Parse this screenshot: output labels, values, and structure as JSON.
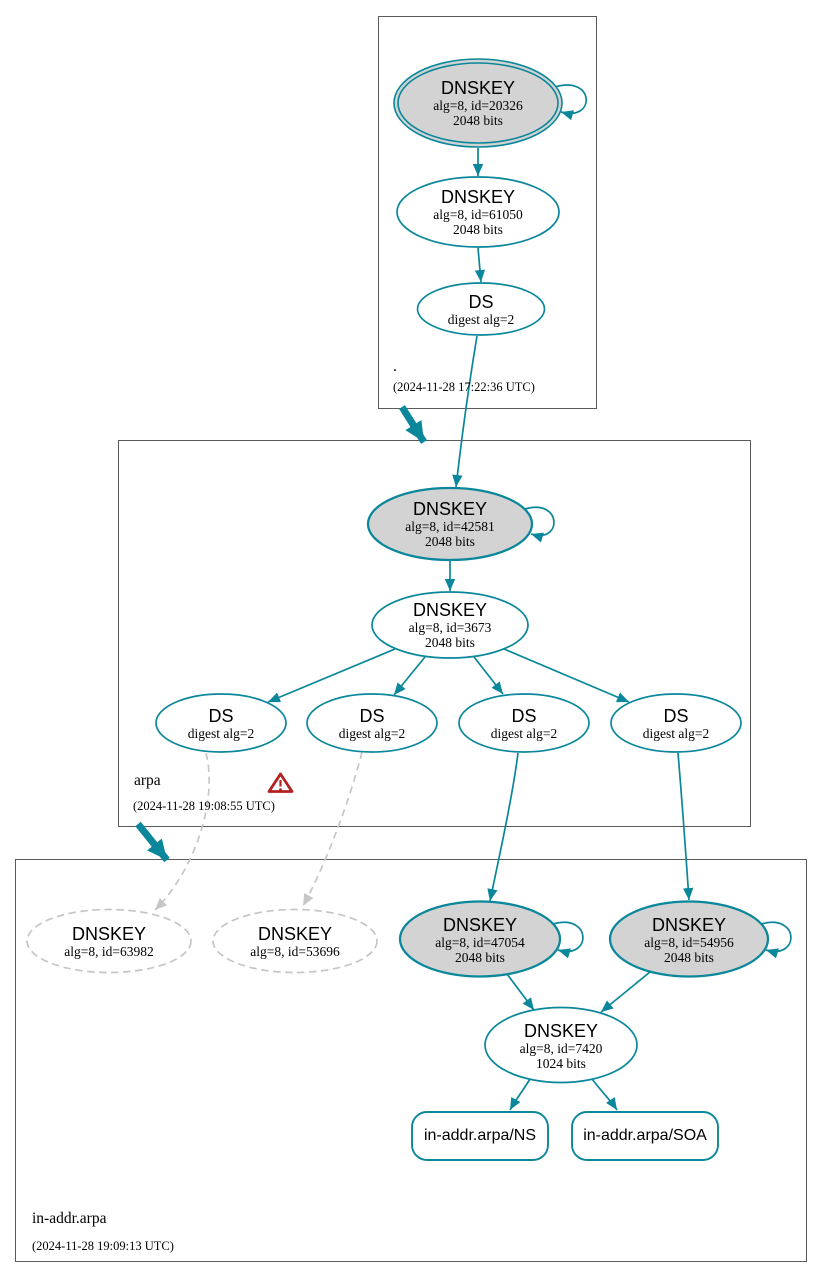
{
  "colors": {
    "secure_teal": "#0a879a",
    "ksk_fill": "#d3d3d3",
    "insecure_gray": "#c6c6c6",
    "warning_red": "#b22222",
    "box_border": "#5a5a5a"
  },
  "zones": {
    "root": {
      "name": ".",
      "timestamp": "(2024-11-28 17:22:36 UTC)"
    },
    "arpa": {
      "name": "arpa",
      "timestamp": "(2024-11-28 19:08:55 UTC)"
    },
    "in_addr_arpa": {
      "name": "in-addr.arpa",
      "timestamp": "(2024-11-28 19:09:13 UTC)"
    }
  },
  "nodes": {
    "root_ksk": {
      "title": "DNSKEY",
      "meta": "alg=8, id=20326",
      "bits": "2048 bits"
    },
    "root_zsk": {
      "title": "DNSKEY",
      "meta": "alg=8, id=61050",
      "bits": "2048 bits"
    },
    "root_ds": {
      "title": "DS",
      "meta": "digest alg=2"
    },
    "arpa_ksk": {
      "title": "DNSKEY",
      "meta": "alg=8, id=42581",
      "bits": "2048 bits"
    },
    "arpa_zsk": {
      "title": "DNSKEY",
      "meta": "alg=8, id=3673",
      "bits": "2048 bits"
    },
    "arpa_ds1": {
      "title": "DS",
      "meta": "digest alg=2"
    },
    "arpa_ds2": {
      "title": "DS",
      "meta": "digest alg=2"
    },
    "arpa_ds3": {
      "title": "DS",
      "meta": "digest alg=2"
    },
    "arpa_ds4": {
      "title": "DS",
      "meta": "digest alg=2"
    },
    "inaddr_dnskey_63982": {
      "title": "DNSKEY",
      "meta": "alg=8, id=63982"
    },
    "inaddr_dnskey_53696": {
      "title": "DNSKEY",
      "meta": "alg=8, id=53696"
    },
    "inaddr_ksk_47054": {
      "title": "DNSKEY",
      "meta": "alg=8, id=47054",
      "bits": "2048 bits"
    },
    "inaddr_ksk_54956": {
      "title": "DNSKEY",
      "meta": "alg=8, id=54956",
      "bits": "2048 bits"
    },
    "inaddr_zsk_7420": {
      "title": "DNSKEY",
      "meta": "alg=8, id=7420",
      "bits": "1024 bits"
    },
    "inaddr_ns": {
      "label": "in-addr.arpa/NS"
    },
    "inaddr_soa": {
      "label": "in-addr.arpa/SOA"
    }
  }
}
